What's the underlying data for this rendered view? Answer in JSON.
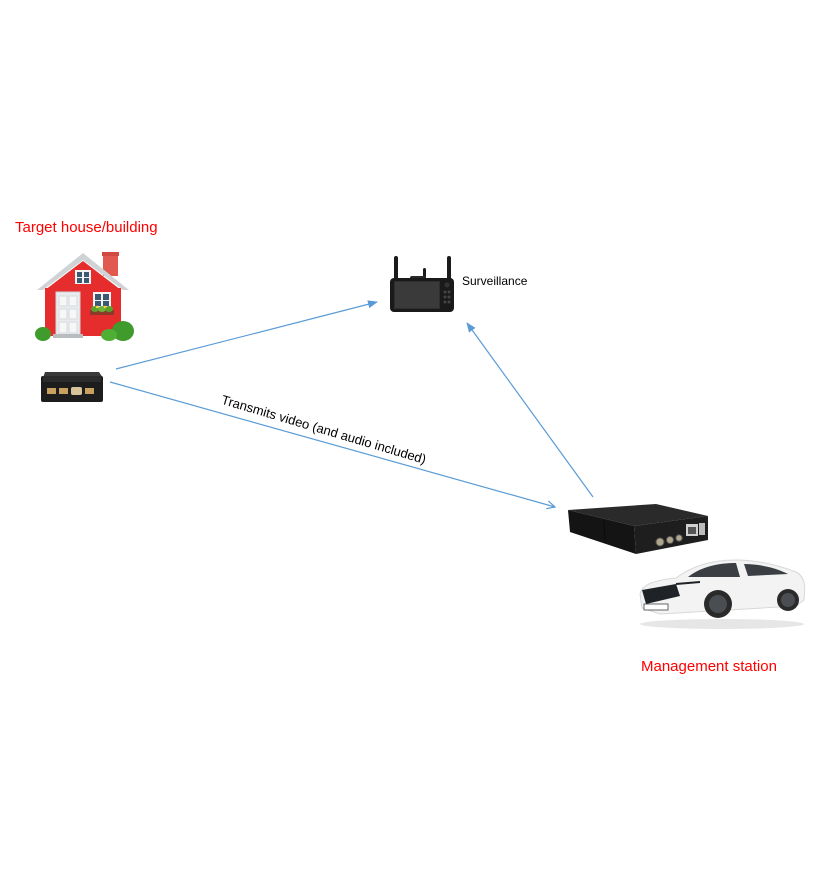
{
  "labels": {
    "target": "Target house/building",
    "surveillance": "Surveillance",
    "transmits": "Transmits video (and audio included)",
    "management": "Management station"
  },
  "colors": {
    "label_red": "#ff0000",
    "arrow_blue": "#5b9bd5"
  },
  "nodes": [
    {
      "id": "house",
      "icon": "house-icon"
    },
    {
      "id": "transmitter",
      "icon": "transmitter-device-icon"
    },
    {
      "id": "monitor",
      "icon": "surveillance-monitor-icon"
    },
    {
      "id": "receiver",
      "icon": "receiver-box-icon"
    },
    {
      "id": "car",
      "icon": "car-icon"
    }
  ],
  "connections": [
    {
      "from": "transmitter",
      "to": "monitor"
    },
    {
      "from": "transmitter",
      "to": "receiver",
      "label": "Transmits video (and audio included)"
    },
    {
      "from": "receiver",
      "to": "monitor"
    }
  ]
}
